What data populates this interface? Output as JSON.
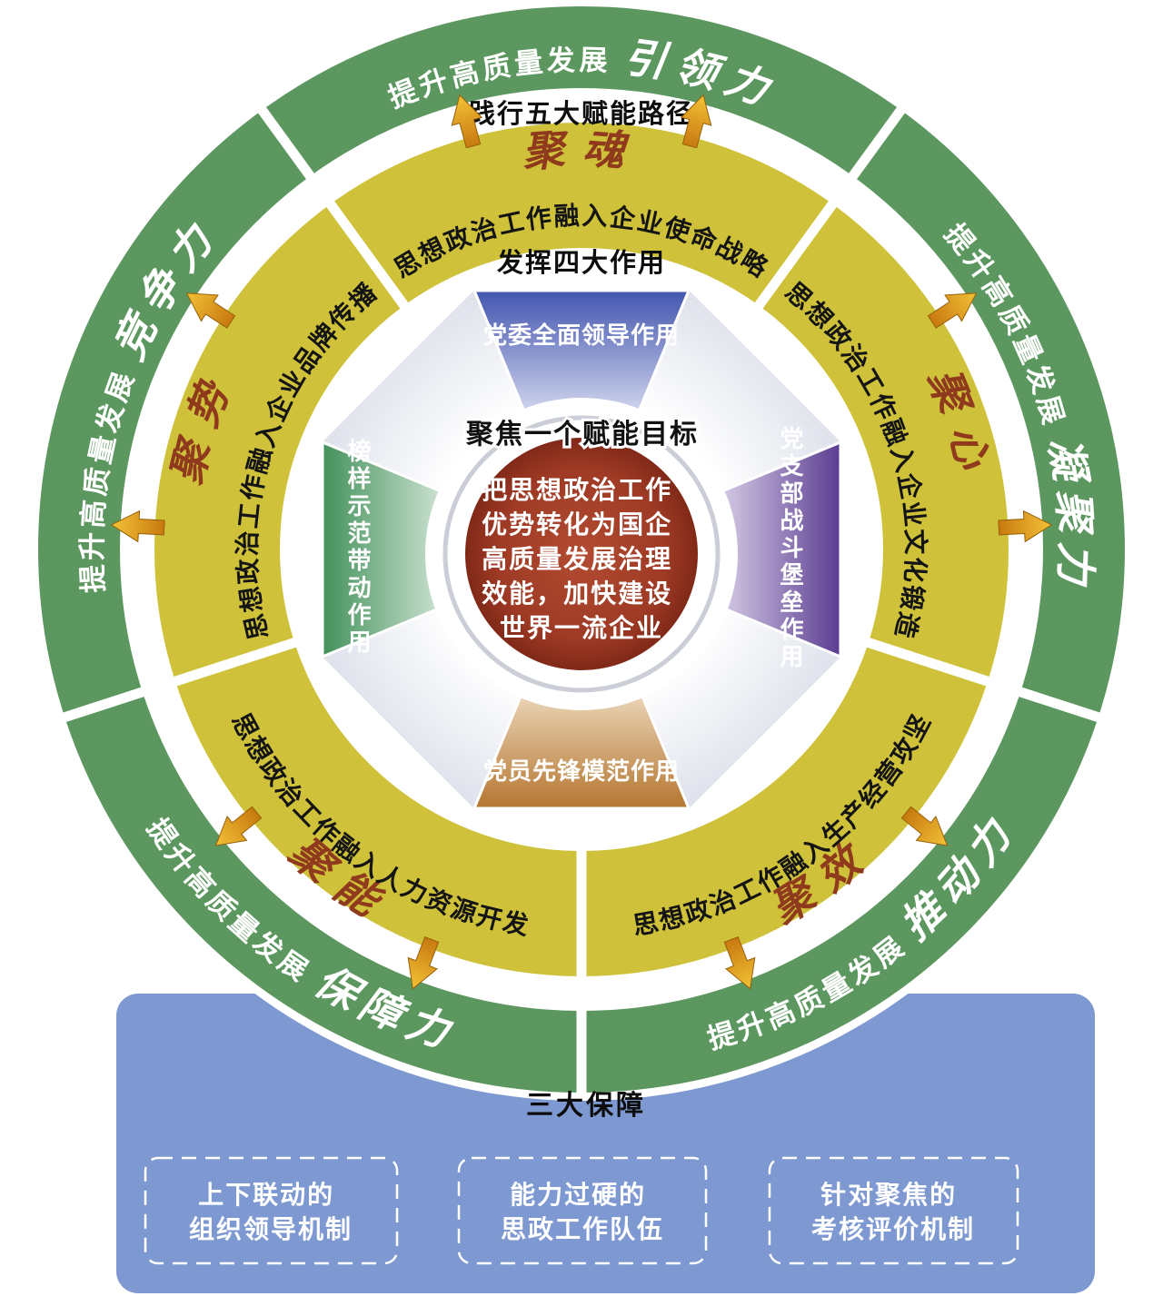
{
  "outer_ring": {
    "prefix": "提升高质量发展",
    "segments": [
      {
        "position": "top",
        "keyword": "引领力"
      },
      {
        "position": "upper-right",
        "keyword": "凝聚力"
      },
      {
        "position": "lower-right",
        "keyword": "推动力"
      },
      {
        "position": "lower-left",
        "keyword": "保障力"
      },
      {
        "position": "upper-left",
        "keyword": "竞争力"
      }
    ]
  },
  "path_ring": {
    "title": "践行五大赋能路径",
    "segments": [
      {
        "position": "top",
        "keyword": "聚魂",
        "label": "思想政治工作融入企业使命战略"
      },
      {
        "position": "right",
        "keyword": "聚心",
        "label": "思想政治工作融入企业文化锻造"
      },
      {
        "position": "lower-right",
        "keyword": "聚效",
        "label": "思想政治工作融入生产经营攻坚"
      },
      {
        "position": "lower-left",
        "keyword": "聚能",
        "label": "思想政治工作融入人力资源开发"
      },
      {
        "position": "left",
        "keyword": "聚势",
        "label": "思想政治工作融入企业品牌传播"
      }
    ]
  },
  "roles_ring": {
    "title": "发挥四大作用",
    "roles": {
      "top": "党委全面领导作用",
      "right": "党支部战斗堡垒作用",
      "bottom": "党员先锋模范作用",
      "left": "榜样示范带动作用"
    }
  },
  "center": {
    "title": "聚焦一个赋能目标",
    "lines": [
      "把思想政治工作",
      "优势转化为国企",
      "高质量发展治理",
      "效能，加快建设",
      "世界一流企业"
    ]
  },
  "guarantees": {
    "title": "三大保障",
    "items": [
      {
        "line1": "上下联动的",
        "line2": "组织领导机制"
      },
      {
        "line1": "能力过硬的",
        "line2": "思政工作队伍"
      },
      {
        "line1": "针对聚焦的",
        "line2": "考核评价机制"
      }
    ]
  },
  "colors": {
    "outer_ring_green": "#5d9760",
    "path_ring_yellow": "#cfc23a",
    "panel_blue": "#7e99d1",
    "center_red": "#9e3a26",
    "arrow_gold": "#d9a01e",
    "keyword_red": "#8f3a1d",
    "role_blue": "#3e50ad",
    "role_purple": "#56378e",
    "role_orange": "#b3722a",
    "role_green": "#3e8e57"
  }
}
